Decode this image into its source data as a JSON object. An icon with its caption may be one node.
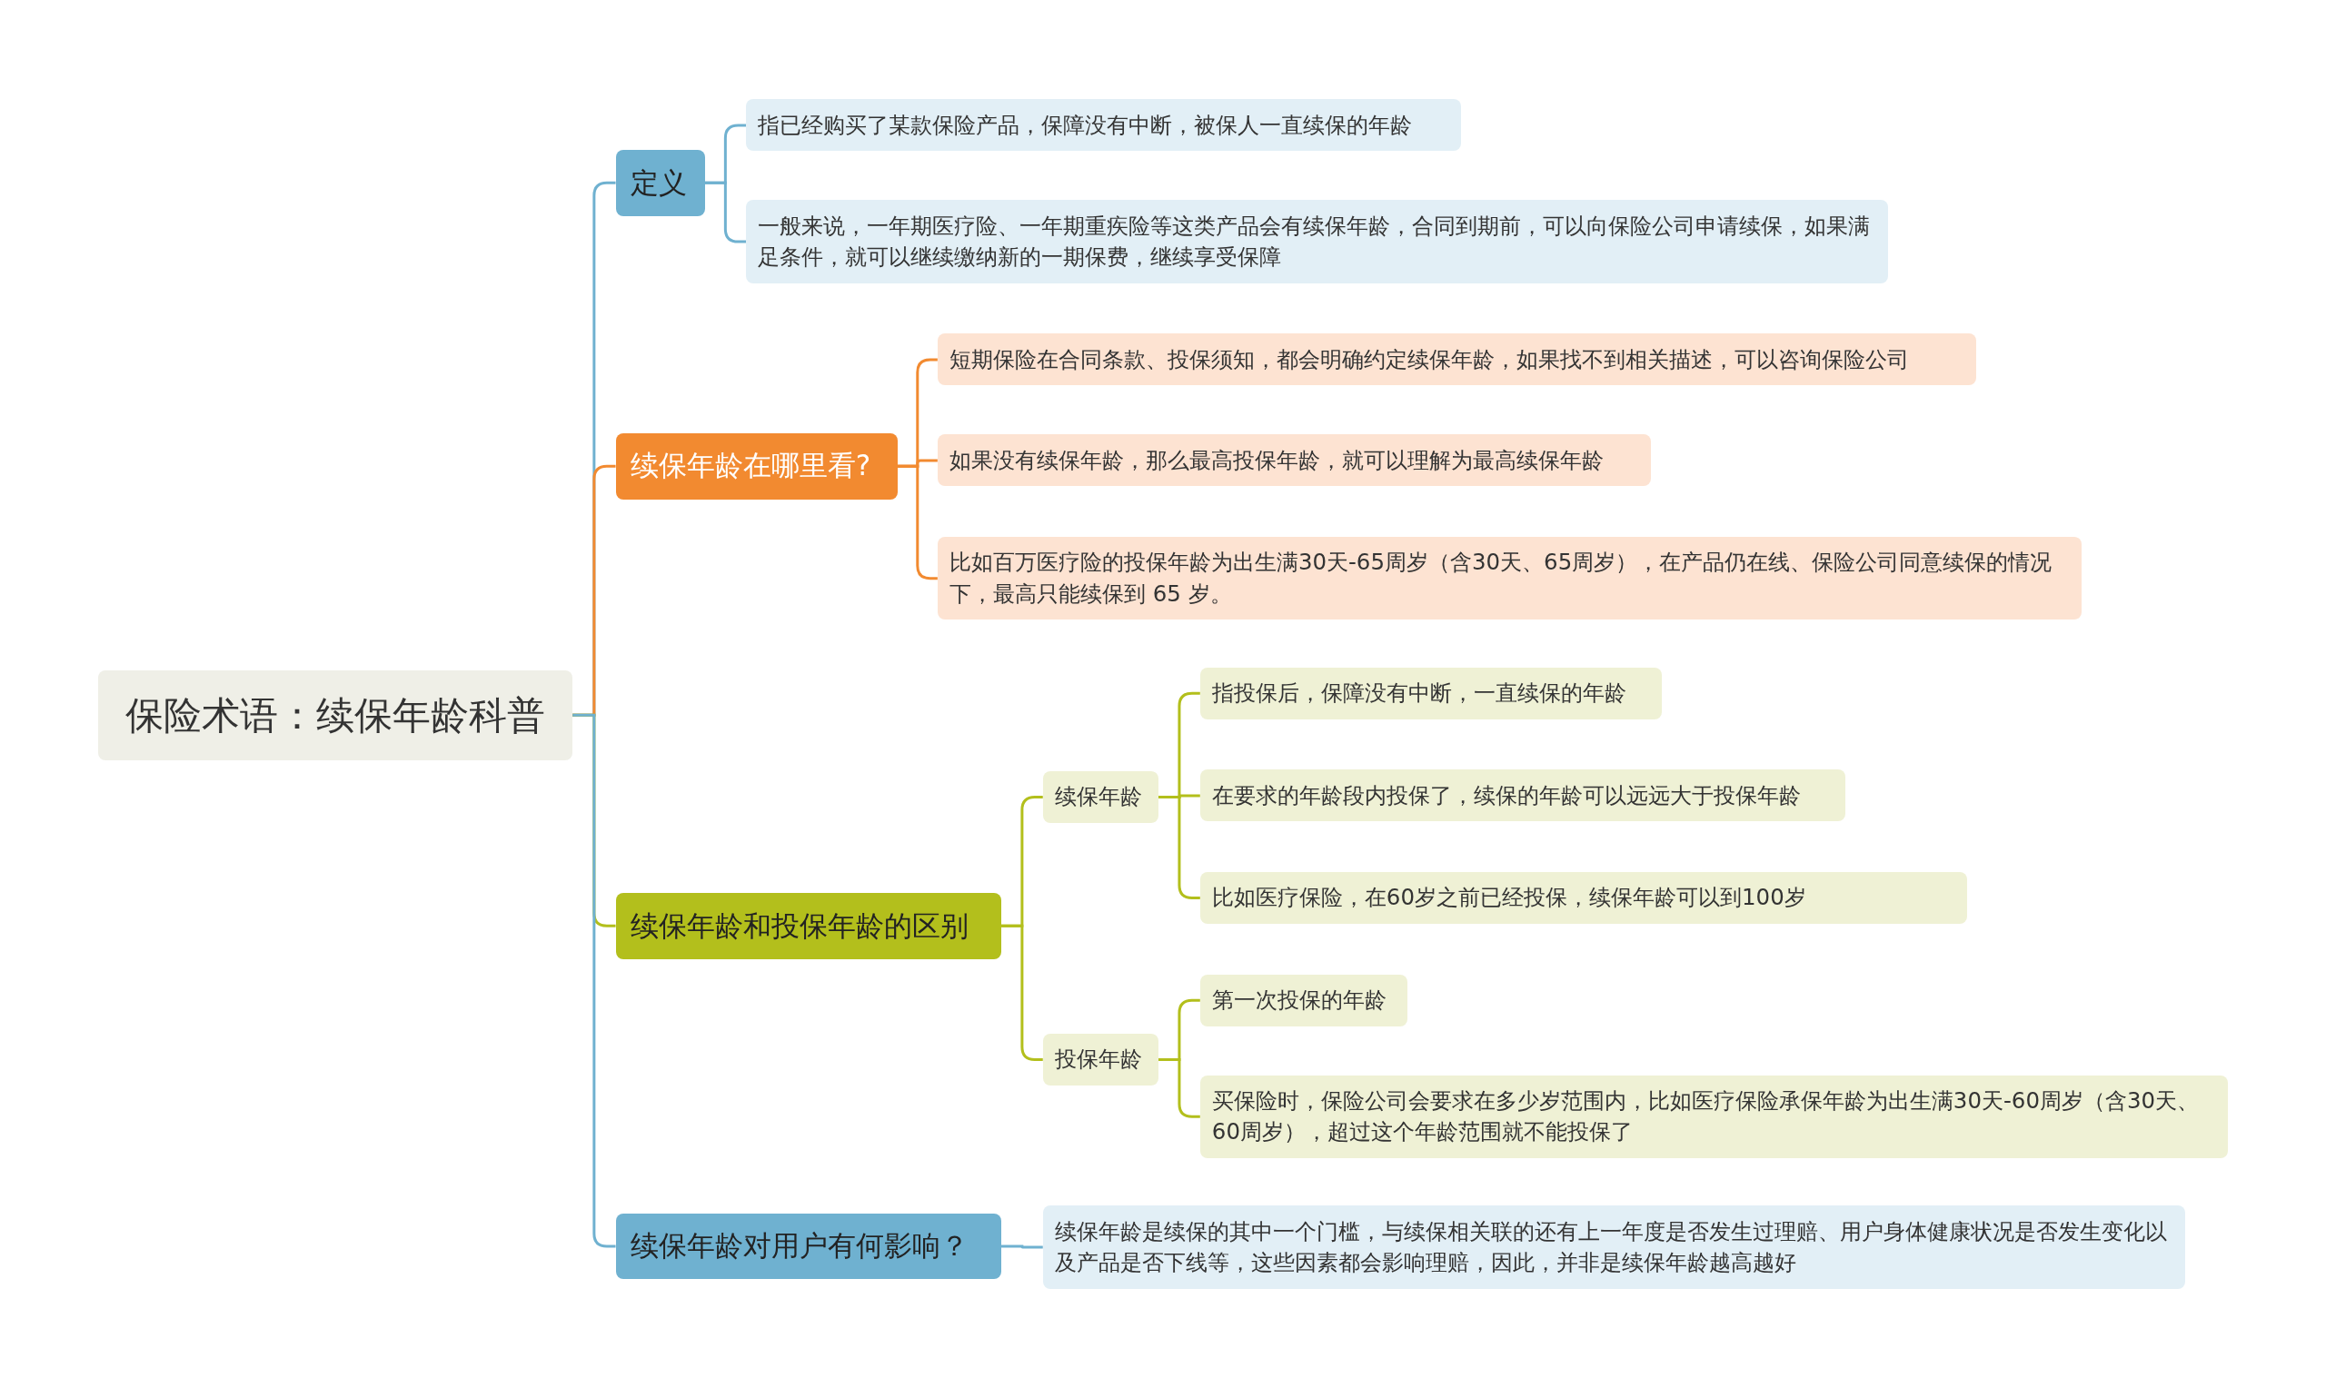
{
  "diagram": {
    "nodes": [
      {
        "text": [
          "保险术语：续保年龄科普"
        ]
      },
      {
        "text": [
          "定义"
        ]
      },
      {
        "text": [
          "指已经购买了某款保险产品，保障没有中断，被保人一直续保的年龄"
        ]
      },
      {
        "text": [
          "一般来说，一年期医疗险、一年期重疾险等这类产品会有续保年龄，合同到期前，可以向保险公司申请续保，如果满足条件，就可以继续缴纳新的一期保费，继续享受保障"
        ]
      },
      {
        "text": [
          "续保年龄在哪里看?"
        ]
      },
      {
        "text": [
          "短期保险在合同条款、投保须知，都会明确约定续保年龄，如果找不到相关描述，可以咨询保险公司"
        ]
      },
      {
        "text": [
          "如果没有续保年龄，那么最高投保年龄，就可以理解为最高续保年龄"
        ]
      },
      {
        "text": [
          "比如百万医疗险的投保年龄为出生满30天-65周岁（含30天、65周岁），在产品仍在线、保险公司同意续保的情况下，最高只能续保到 65 岁。"
        ]
      },
      {
        "text": [
          "续保年龄和投保年龄的区别"
        ]
      },
      {
        "text": [
          "续保年龄"
        ]
      },
      {
        "text": [
          "指投保后，保障没有中断，一直续保的年龄"
        ]
      },
      {
        "text": [
          "在要求的年龄段内投保了，续保的年龄可以远远大于投保年龄"
        ]
      },
      {
        "text": [
          "比如医疗保险，在60岁之前已经投保，续保年龄可以到100岁"
        ]
      },
      {
        "text": [
          "投保年龄"
        ]
      },
      {
        "text": [
          "第一次投保的年龄"
        ]
      },
      {
        "text": [
          "买保险时，保险公司会要求在多少岁范围内，比如医疗保险承保年龄为出生满30天-60周岁（含30天、60周岁），超过这个年龄范围就不能投保了"
        ]
      },
      {
        "text": [
          "续保年龄对用户有何影响？"
        ]
      },
      {
        "text": [
          "续保年龄是续保的其中一个门槛，与续保相关联的还有上一年度是否发生过理赔、用户身体健康状况是否发生变化以及产品是否下线等，这些因素都会影响理赔，因此，并非是续保年龄越高越好"
        ]
      }
    ],
    "edges": [
      {
        "from": 0,
        "to": 1,
        "arrow": "none",
        "color": "#6fb1d0"
      },
      {
        "from": 1,
        "to": 2,
        "arrow": "none",
        "color": "#6fb1d0"
      },
      {
        "from": 1,
        "to": 3,
        "arrow": "none",
        "color": "#6fb1d0"
      },
      {
        "from": 0,
        "to": 4,
        "arrow": "none",
        "color": "#f28a30"
      },
      {
        "from": 4,
        "to": 5,
        "arrow": "none",
        "color": "#f28a30"
      },
      {
        "from": 4,
        "to": 6,
        "arrow": "none",
        "color": "#f28a30"
      },
      {
        "from": 4,
        "to": 7,
        "arrow": "none",
        "color": "#f28a30"
      },
      {
        "from": 0,
        "to": 8,
        "arrow": "none",
        "color": "#b3bf1c"
      },
      {
        "from": 8,
        "to": 9,
        "arrow": "none",
        "color": "#b3bf1c"
      },
      {
        "from": 9,
        "to": 10,
        "arrow": "none",
        "color": "#b3bf1c"
      },
      {
        "from": 9,
        "to": 11,
        "arrow": "none",
        "color": "#b3bf1c"
      },
      {
        "from": 9,
        "to": 12,
        "arrow": "none",
        "color": "#b3bf1c"
      },
      {
        "from": 8,
        "to": 13,
        "arrow": "none",
        "color": "#b3bf1c"
      },
      {
        "from": 13,
        "to": 14,
        "arrow": "none",
        "color": "#b3bf1c"
      },
      {
        "from": 13,
        "to": 15,
        "arrow": "none",
        "color": "#b3bf1c"
      },
      {
        "from": 0,
        "to": 16,
        "arrow": "none",
        "color": "#6fb1d0"
      },
      {
        "from": 16,
        "to": 17,
        "arrow": "none",
        "color": "#6fb1d0"
      }
    ]
  }
}
